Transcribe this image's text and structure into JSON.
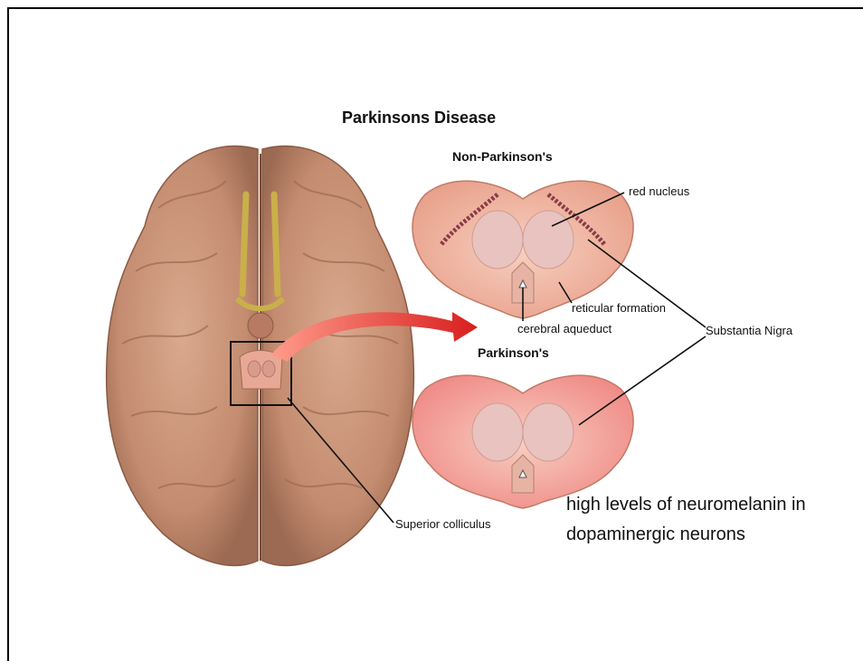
{
  "title": "Parkinsons Disease",
  "panels": {
    "top_heading": "Non-Parkinson's",
    "bottom_heading": "Parkinson's"
  },
  "labels": {
    "red_nucleus": "red nucleus",
    "reticular_formation": "reticular formation",
    "cerebral_aqueduct": "cerebral aqueduct",
    "substantia_nigra": "Substantia Nigra",
    "superior_colliculus": "Superior colliculus"
  },
  "note": {
    "line1": "high levels of neuromelanin in",
    "line2": "dopaminergic neurons"
  },
  "colors": {
    "brain": "#c9957a",
    "section": "#f2b5a0",
    "arrow": "#e23a2c",
    "substantia_nigra_dark": "#8a3a48"
  }
}
